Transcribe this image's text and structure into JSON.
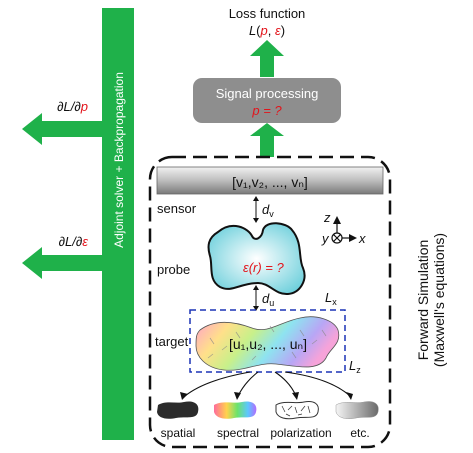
{
  "loss": {
    "title": "Loss function",
    "L": "L",
    "open": "(",
    "p": "p",
    "comma": ", ",
    "eps": "ε",
    "close": ")"
  },
  "signal": {
    "title": "Signal processing",
    "eq": "p = ?"
  },
  "adjoint": {
    "label": "Adjoint solver + Backpropagation"
  },
  "grads": {
    "dLdp_prefix": "∂L/∂",
    "dLdp_var": "p",
    "dLde_prefix": "∂L/∂",
    "dLde_var": "ε"
  },
  "forward": {
    "line1": "Forward Simulation",
    "line2": "(Maxwell's equations)"
  },
  "sensor": {
    "label": "sensor",
    "vector": "[v₁,v₂, ..., vₙ]"
  },
  "distances": {
    "dv": "d",
    "dv_sub": "v",
    "du": "d",
    "du_sub": "u"
  },
  "probe": {
    "label": "probe",
    "eq": "ε(r) = ?"
  },
  "axes": {
    "z": "z",
    "y": "y",
    "x": "x"
  },
  "target": {
    "label": "target",
    "vector": "[u₁,u₂, ..., uₙ]",
    "Lx": "L",
    "Lx_sub": "x",
    "Lz": "L",
    "Lz_sub": "z"
  },
  "categories": [
    "spatial",
    "spectral",
    "polarization",
    "etc."
  ],
  "colors": {
    "arrow_green": "#1fb14a",
    "box_gray": "#8e8e8e",
    "red": "#e3141b",
    "dashed_blue": "#1b33b5",
    "probe_fill": "#9fe0e6"
  }
}
